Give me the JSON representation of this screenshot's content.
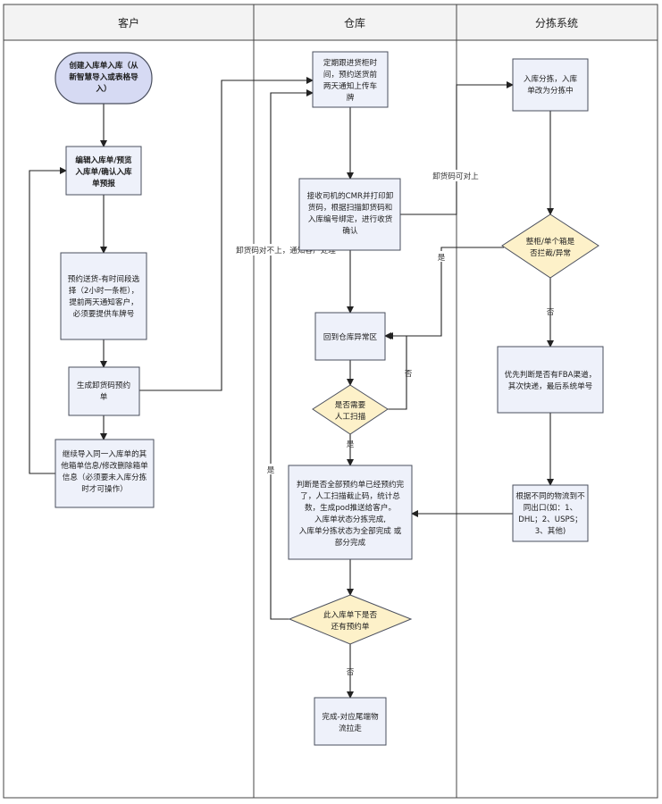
{
  "lanes": [
    "客户",
    "仓库",
    "分拣系统"
  ],
  "nodes": {
    "create": [
      "创建入库单入库（从",
      "新智慧导入或表格导",
      "入）"
    ],
    "edit": [
      "编辑入库单/预览",
      "入库单/确认入库",
      "单预报"
    ],
    "book": [
      "预约送货-有时间段选",
      "择（2小时一条柜），",
      "提前两天通知客户，",
      "必须要提供车牌号"
    ],
    "gen": [
      "生成卸货码预约",
      "单"
    ],
    "continue": [
      "继续导入同一入库单的其",
      "他箱单信息/修改删除箱单",
      "信息（必须要未入库分拣",
      "时才可操作）"
    ],
    "schedule": [
      "定期跟进货柜时",
      "间，预约送货前",
      "两天通知上传车",
      "牌"
    ],
    "receive": [
      "接收司机的CMR并打印卸",
      "货码，根据扫描卸货码和",
      "入库编号绑定，进行收货",
      "确认"
    ],
    "exception": [
      "回到仓库异常区"
    ],
    "manual": [
      "是否需要",
      "人工扫描"
    ],
    "judge": [
      "判断是否全部预约单已经预约完",
      "了，人工扫描截止码，统计总",
      "数，生成pod推送给客户。",
      "入库单状态分拣完成,",
      "入库单分拣状态为全部完成 或",
      "部分完成"
    ],
    "more": [
      "此入库单下是否",
      "还有预约单"
    ],
    "done": [
      "完成-对应尾端物",
      "流拉走"
    ],
    "sort": [
      "入库分拣，入库",
      "单改为分拣中"
    ],
    "intercept": [
      "整柜/单个箱是",
      "否拦截/异常"
    ],
    "priority": [
      "优先判断是否有FBA渠道，",
      "其次快递，最后系统单号"
    ],
    "exits": [
      "根据不同的物流到不",
      "同出口(如：1、",
      "DHL；2、USPS；",
      "3、其他)"
    ]
  },
  "labels": {
    "unload_ok": "卸货码可对上",
    "unload_fail": "卸货码对不上，通知客户处理",
    "yes": "是",
    "no": "否"
  }
}
